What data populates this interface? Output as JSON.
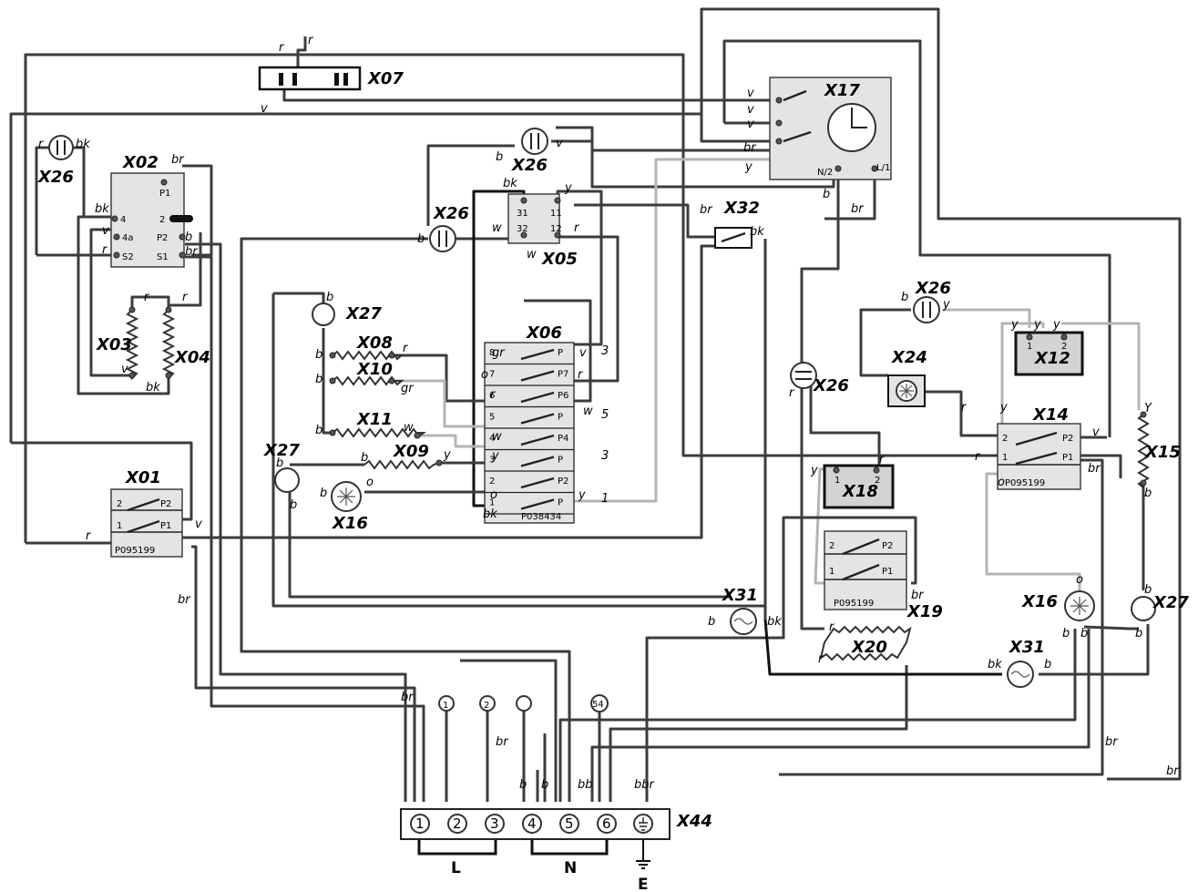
{
  "components": {
    "x01": {
      "label": "X01",
      "part": "P095199",
      "pins": [
        "2",
        "P2",
        "1",
        "P1"
      ]
    },
    "x02": {
      "label": "X02",
      "pins": [
        "P1",
        "4",
        "4a",
        "S2",
        "2",
        "P2",
        "S1"
      ]
    },
    "x03": {
      "label": "X03"
    },
    "x04": {
      "label": "X04"
    },
    "x05": {
      "label": "X05",
      "pins": [
        "31",
        "11",
        "32",
        "12"
      ]
    },
    "x06": {
      "label": "X06",
      "part": "P038434",
      "pins": [
        "8",
        "7",
        "6",
        "5",
        "4",
        "3",
        "2",
        "1"
      ],
      "right_pins": [
        "P",
        "P7",
        "P6",
        "P",
        "P4",
        "P",
        "P2",
        "P"
      ]
    },
    "x07": {
      "label": "X07"
    },
    "x08": {
      "label": "X08"
    },
    "x09": {
      "label": "X09"
    },
    "x10": {
      "label": "X10"
    },
    "x11": {
      "label": "X11"
    },
    "x12": {
      "label": "X12"
    },
    "x14": {
      "label": "X14",
      "part": "P095199",
      "pins": [
        "2",
        "P2",
        "1",
        "P1"
      ]
    },
    "x15": {
      "label": "X15"
    },
    "x16": {
      "label": "X16"
    },
    "x17": {
      "label": "X17",
      "pins": [
        "N/2",
        "L/1"
      ]
    },
    "x18": {
      "label": "X18",
      "pins": [
        "1",
        "2"
      ]
    },
    "x19": {
      "label": "X19",
      "part": "P095199",
      "pins": [
        "2",
        "P2",
        "1",
        "P1"
      ]
    },
    "x20": {
      "label": "X20"
    },
    "x24": {
      "label": "X24"
    },
    "x26": {
      "label": "X26"
    },
    "x27": {
      "label": "X27"
    },
    "x31": {
      "label": "X31"
    },
    "x32": {
      "label": "X32"
    },
    "x44": {
      "label": "X44",
      "terminals": [
        "1",
        "2",
        "3",
        "4",
        "5",
        "6"
      ]
    }
  },
  "terminal_tags": [
    "1",
    "2",
    "54"
  ],
  "bottom_labels": {
    "l": "L",
    "n": "N",
    "e": "E"
  },
  "x06_side_numbers": [
    "3",
    "5",
    "3",
    "1"
  ],
  "wire_labels": {
    "r": "r",
    "v": "v",
    "b": "b",
    "bk": "bk",
    "br": "br",
    "y": "y",
    "Y": "Y",
    "w": "w",
    "gr": "gr",
    "o": "o",
    "bb": "bb",
    "bbr": "bbr"
  },
  "colors": {
    "dark_wire": "#3c3c3c",
    "light_wire": "#b4b4b4",
    "box_fill": "#e4e4e4"
  }
}
